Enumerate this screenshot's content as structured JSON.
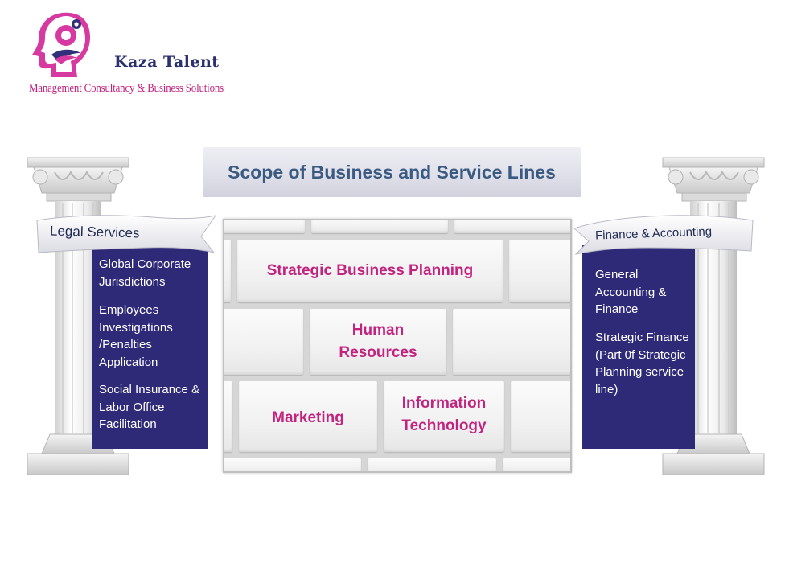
{
  "logo": {
    "title": "Kaza Talent",
    "subtitle": "Management Consultancy & Business Solutions"
  },
  "title": "Scope of Business and Service Lines",
  "wall": {
    "bricks": [
      "Strategic Business Planning",
      "Human Resources",
      "Marketing",
      "Information Technology"
    ],
    "brick_lines": {
      "b1": [
        "Strategic Business Planning"
      ],
      "b2": [
        "Human",
        "Resources"
      ],
      "b3": [
        "Marketing"
      ],
      "b4": [
        "Information",
        "Technology"
      ]
    }
  },
  "left": {
    "banner": "Legal Services",
    "items": [
      [
        "Global Corporate",
        "Jurisdictions"
      ],
      [
        "Employees",
        "Investigations",
        "/Penalties",
        "Application"
      ],
      [
        "Social Insurance &",
        "Labor Office",
        "Facilitation"
      ]
    ]
  },
  "right": {
    "banner": "Finance & Accounting",
    "items": [
      [
        "General",
        "Accounting &",
        "Finance"
      ],
      [
        "Strategic Finance",
        "(Part 0f Strategic",
        "Planning service",
        "line)"
      ]
    ]
  },
  "colors": {
    "navy_panel": "#2e2a78",
    "magenta_text": "#c2237f",
    "title_blue": "#3b5a82",
    "logo_navy": "#2a2f6e"
  }
}
